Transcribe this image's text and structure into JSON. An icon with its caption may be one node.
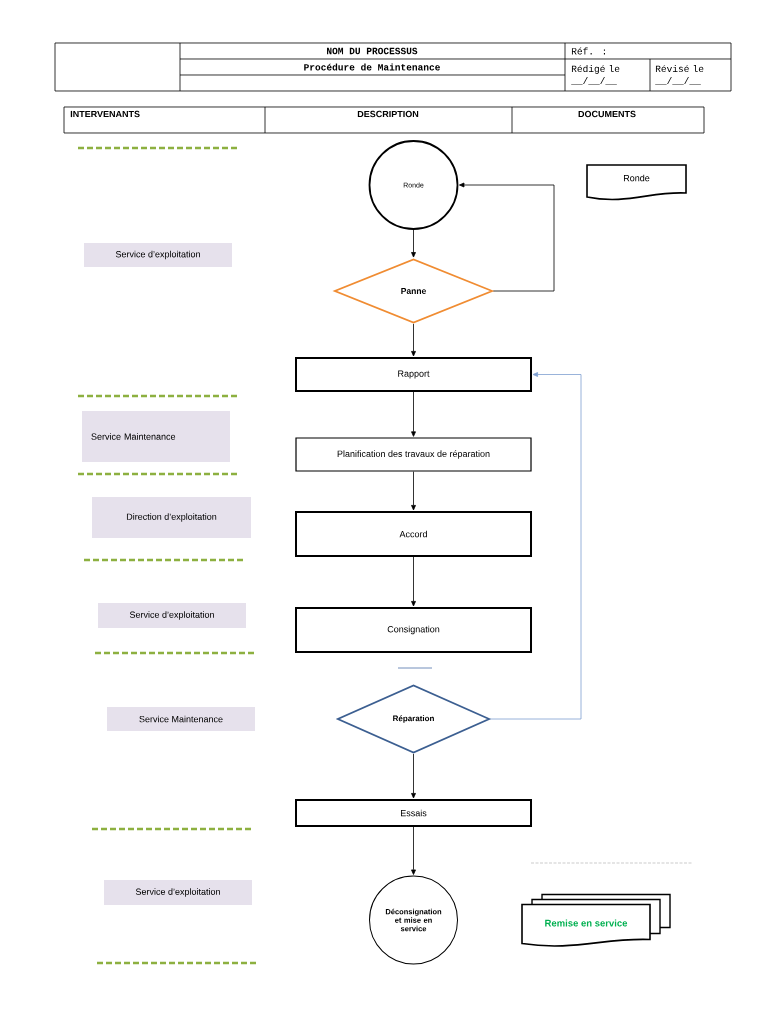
{
  "diagram": {
    "nodes": [
      {
        "text": [
          "Ronde"
        ]
      },
      {
        "text": [
          "Panne"
        ]
      },
      {
        "text": [
          "Rapport"
        ]
      },
      {
        "text": [
          "Planification des travaux de réparation"
        ]
      },
      {
        "text": [
          "Accord"
        ]
      },
      {
        "text": [
          "Consignation"
        ]
      },
      {
        "text": [
          "Réparation"
        ]
      },
      {
        "text": [
          "Essais"
        ]
      },
      {
        "text": [
          "Déconsignation et mise en service"
        ]
      },
      {
        "text": [
          "Ronde"
        ]
      },
      {
        "text": [
          "Remise en service"
        ]
      },
      {
        "text": [
          "Service d’exploitation"
        ]
      },
      {
        "text": [
          "Service Maintenance"
        ]
      },
      {
        "text": [
          "Direction d’exploitation"
        ]
      },
      {
        "text": [
          "Service d’exploitation"
        ]
      },
      {
        "text": [
          "Service Maintenance"
        ]
      },
      {
        "text": [
          "Service d’exploitation"
        ]
      }
    ],
    "edges": [
      {
        "from": 0,
        "to": 1,
        "arrow": "to"
      },
      {
        "from": 1,
        "to": 0,
        "arrow": "to"
      },
      {
        "from": 1,
        "to": 2,
        "arrow": "to"
      },
      {
        "from": 2,
        "to": 3,
        "arrow": "to"
      },
      {
        "from": 3,
        "to": 4,
        "arrow": "to"
      },
      {
        "from": 4,
        "to": 5,
        "arrow": "to"
      },
      {
        "from": 6,
        "to": 2,
        "arrow": "to",
        "color": "#7f9fd0"
      },
      {
        "from": 6,
        "to": 7,
        "arrow": "to"
      },
      {
        "from": 7,
        "to": 8,
        "arrow": "to"
      }
    ],
    "labels": [
      "NOM DU PROCESSUS",
      "Réf. :",
      "Procédure de Maintenance",
      "Rédigé le __/__/__",
      "Révisé le __/__/__",
      "INTERVENANTS",
      "DESCRIPTION",
      "DOCUMENTS"
    ]
  }
}
